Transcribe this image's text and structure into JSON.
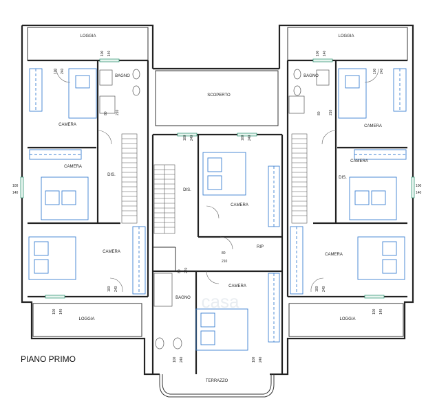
{
  "title": "PIANO PRIMO",
  "rooms": {
    "loggia_tl": "LOGGIA",
    "loggia_tr": "LOGGIA",
    "loggia_bl": "LOGGIA",
    "loggia_br": "LOGGIA",
    "bagno_tl": "BAGNO",
    "bagno_tr": "BAGNO",
    "bagno_c": "BAGNO",
    "scoperto": "SCOPERTO",
    "camera_l1": "CAMERA",
    "camera_l2": "CAMERA",
    "camera_l3": "CAMERA",
    "camera_r1": "CAMERA",
    "camera_r2": "CAMERA",
    "camera_r3": "CAMERA",
    "camera_c1": "CAMERA",
    "camera_c2": "CAMERA",
    "dis_l": "DIS.",
    "dis_c": "DIS.",
    "dis_r": "DIS.",
    "rip": "RIP",
    "terrazzo": "TERRAZZO"
  },
  "dims": {
    "d100": "100",
    "d140": "140",
    "d240": "240",
    "d80": "80",
    "d210": "210",
    "d270": "270"
  },
  "watermark": "casa"
}
